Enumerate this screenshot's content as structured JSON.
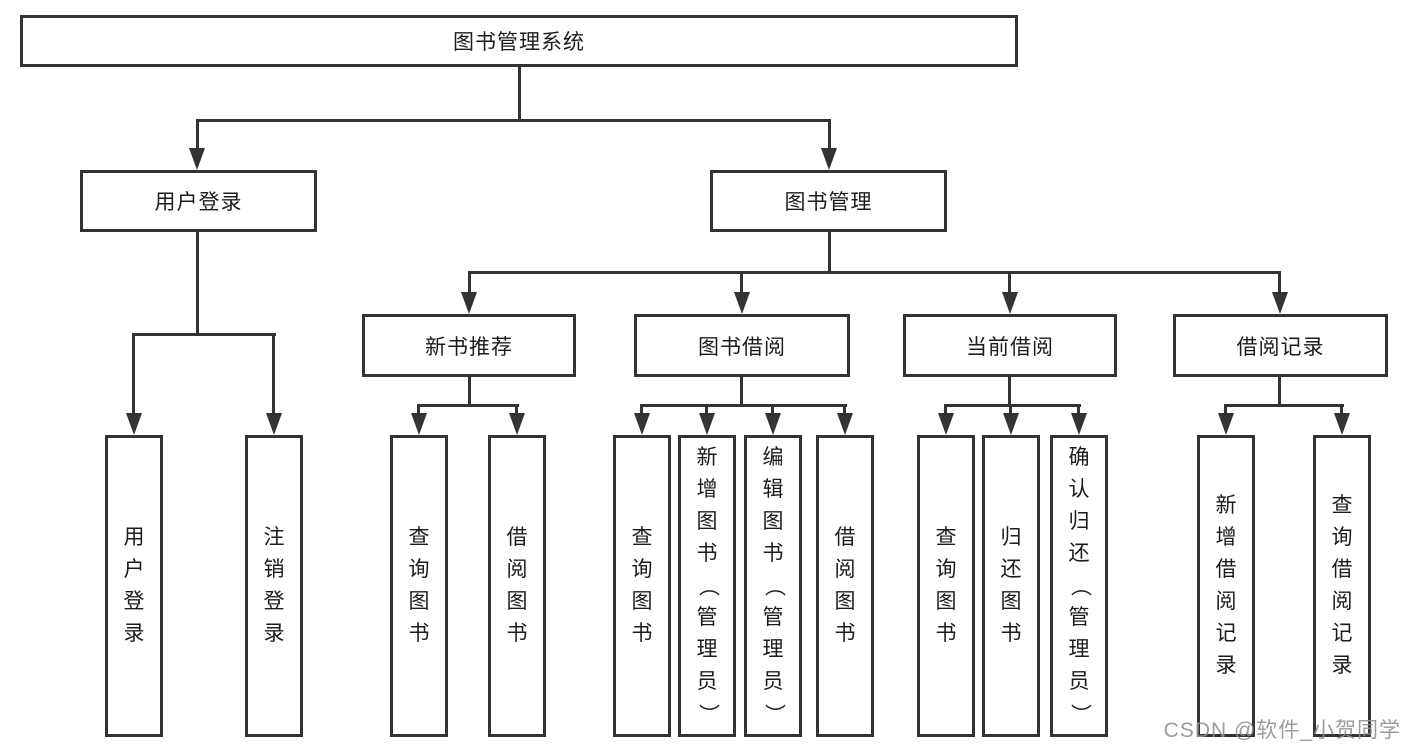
{
  "diagram": {
    "title": "图书管理系统",
    "level2": {
      "user_login": "用户登录",
      "book_mgmt": "图书管理"
    },
    "level3": {
      "new_book_rec": "新书推荐",
      "book_borrow": "图书借阅",
      "current_borrow": "当前借阅",
      "borrow_record": "借阅记录"
    },
    "leaves": {
      "user_login": "用户登录",
      "logout": "注销登录",
      "rec_query_book": "查询图书",
      "rec_borrow_book": "借阅图书",
      "bb_query_book": "查询图书",
      "bb_add_book": "新增图书（管理员）",
      "bb_edit_book": "编辑图书（管理员）",
      "bb_borrow_book": "借阅图书",
      "cb_query_book": "查询图书",
      "cb_return_book": "归还图书",
      "cb_confirm_return": "确认归还（管理员）",
      "br_add_record": "新增借阅记录",
      "br_query_record": "查询借阅记录"
    }
  },
  "watermark": "CSDN @软件_小贺同学",
  "colors": {
    "line": "#333333",
    "text": "#1c1c1c",
    "background": "#ffffff",
    "watermark": "#919191"
  }
}
